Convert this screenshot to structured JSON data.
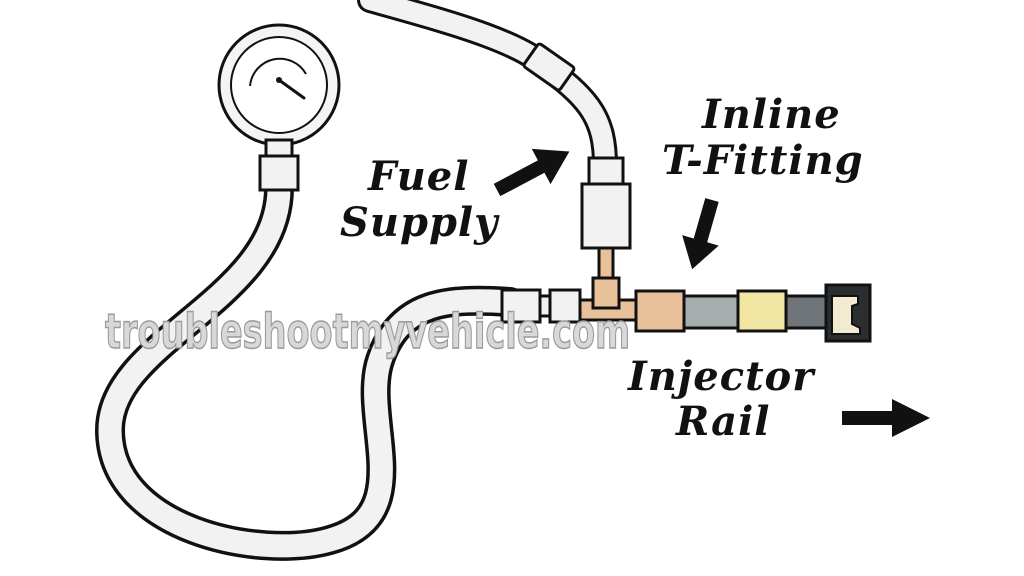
{
  "labels": {
    "fuel_line1": "Fuel",
    "fuel_line2": "Supply",
    "inline_line1": "Inline",
    "inline_line2": "T-Fitting",
    "injector_line1": "Injector",
    "injector_line2": "Rail"
  },
  "watermark": "troubleshootmyvehicle.com",
  "colors": {
    "hose_fill": "#f2f2f2",
    "outline": "#111111",
    "brass": "#e8c19a",
    "rail_grey": "#a7acae",
    "rail_yellow": "#f1e6a3",
    "rail_dark": "#6f7478",
    "connector_cream": "#f3ead2"
  },
  "icons": {
    "fuel_arrow": "arrow-up-right",
    "inline_arrow": "arrow-down",
    "injector_arrow": "arrow-right"
  }
}
